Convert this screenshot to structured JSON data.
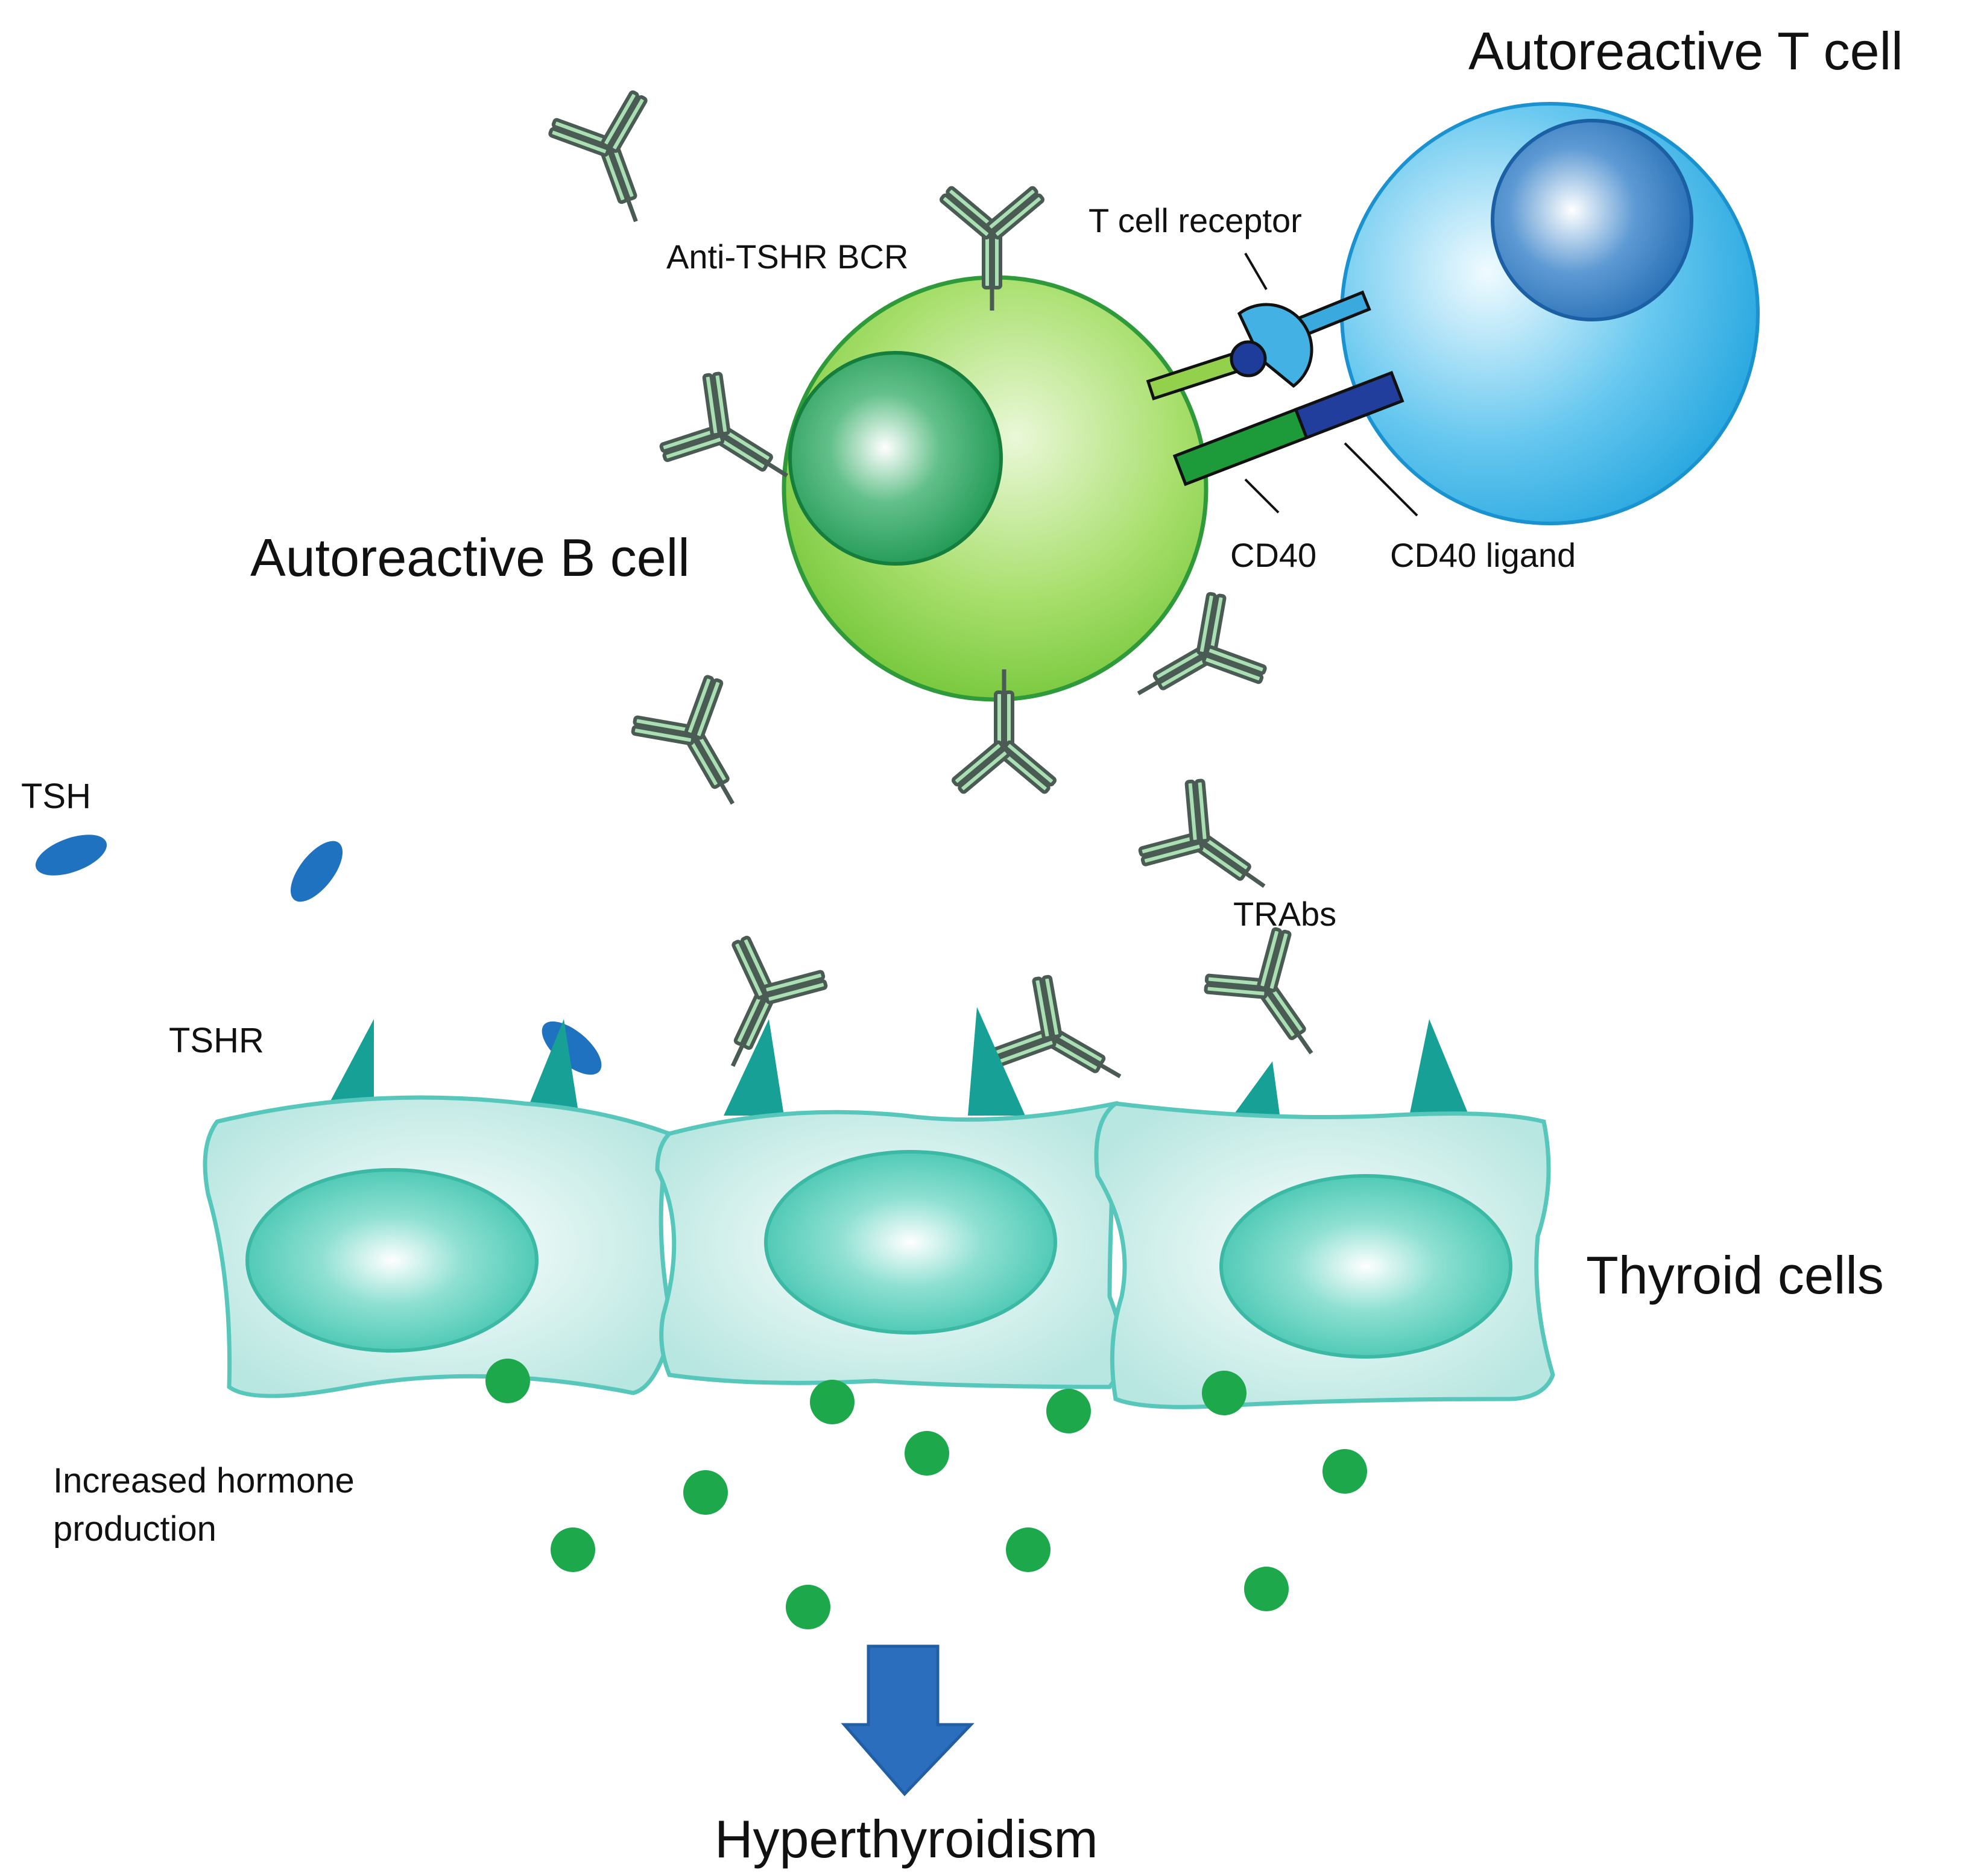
{
  "labels": {
    "t_cell": "Autoreactive T cell",
    "b_cell": "Autoreactive B cell",
    "anti_tshr_bcr": "Anti-TSHR BCR",
    "t_cell_receptor": "T cell receptor",
    "cd40": "CD40",
    "cd40_ligand": "CD40 ligand",
    "tsh": "TSH",
    "tshr": "TSHR",
    "trabs": "TRAbs",
    "thyroid_cells": "Thyroid cells",
    "hormone_line1": "Increased hormone",
    "hormone_line2": "production",
    "outcome": "Hyperthyroidism"
  },
  "colors": {
    "b_cell": "#7ccf3e",
    "b_cell_outline": "#2f9a3a",
    "b_nucleus": "#1f9a48",
    "t_cell": "#29a8e0",
    "t_nucleus": "#1a6db3",
    "thyroid_cell": "#c6ece8",
    "thyroid_outline": "#5cc9bd",
    "thyroid_nucleus": "#4ecbb8",
    "tshr": "#17a39a",
    "tsh": "#1e72c0",
    "antibody": "#5b6e66",
    "antibody_fill": "#9fd8a8",
    "hormone": "#1ea84c",
    "arrow": "#2c70bf",
    "cd40": "#1e9a3c",
    "cd40_ligand": "#233e9c"
  }
}
